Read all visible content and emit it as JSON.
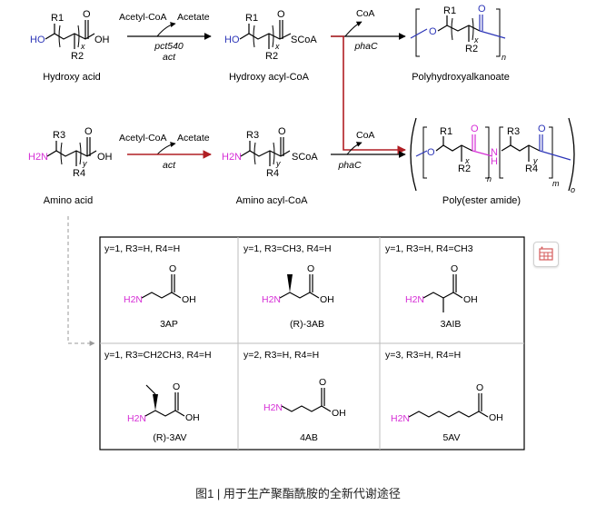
{
  "scheme": {
    "top": {
      "substrate_label": "Hydroxy acid",
      "step1_reagent_left": "Acetyl-CoA",
      "step1_reagent_right": "Acetate",
      "step1_enzyme_1": "pct540",
      "step1_enzyme_2": "act",
      "intermediate_label": "Hydroxy acyl-CoA",
      "step2_reagent": "CoA",
      "step2_enzyme": "phaC",
      "product_label": "Polyhydroxyalkanoate"
    },
    "bottom": {
      "substrate_label": "Amino acid",
      "step1_reagent_left": "Acetyl-CoA",
      "step1_reagent_right": "Acetate",
      "step1_enzyme": "act",
      "intermediate_label": "Amino acyl-CoA",
      "step2_reagent": "CoA",
      "step2_enzyme": "phaC",
      "product_label": "Poly(ester amide)"
    },
    "atoms": {
      "R1": "R1",
      "R2": "R2",
      "R3": "R3",
      "R4": "R4",
      "OH": "OH",
      "HO": "HO",
      "H2N": "H2N",
      "SCoA": "SCoA",
      "O": "O",
      "N": "N",
      "H": "H",
      "x": "x",
      "y": "y",
      "n": "n",
      "m": "m",
      "o": "o"
    }
  },
  "monomers": [
    {
      "conditions": "y=1, R3=H, R4=H",
      "name": "3AP"
    },
    {
      "conditions": "y=1, R3=CH3, R4=H",
      "name": "(R)-3AB"
    },
    {
      "conditions": "y=1, R3=H, R4=CH3",
      "name": "3AIB"
    },
    {
      "conditions": "y=1, R3=CH2CH3, R4=H",
      "name": "(R)-3AV"
    },
    {
      "conditions": "y=2, R3=H, R4=H",
      "name": "4AB"
    },
    {
      "conditions": "y=3, R3=H, R4=H",
      "name": "5AV"
    }
  ],
  "toolbar": {
    "icon": "table-view-icon"
  },
  "caption": "图1 | 用于生产聚酯酰胺的全新代谢途径",
  "colors": {
    "blue": "#2d36b8",
    "magenta": "#d62fd6",
    "red": "#b01e23",
    "black": "#000000"
  }
}
